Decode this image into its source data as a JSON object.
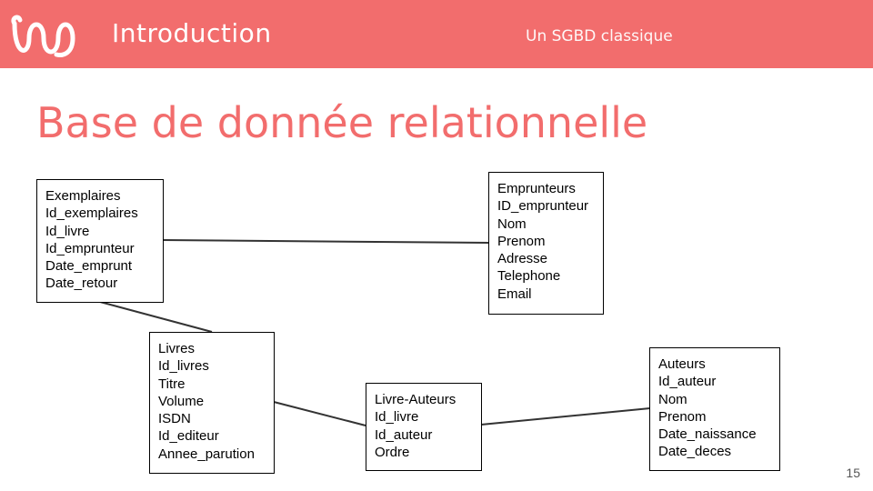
{
  "header": {
    "title": "Introduction",
    "subtitle": "Un SGBD classique",
    "logo_icon": "wave-loops-logo"
  },
  "slide": {
    "title": "Base de donnée relationnelle",
    "page_number": "15"
  },
  "colors": {
    "accent": "#f26d6d",
    "header_text": "#ffffff"
  },
  "entities": {
    "exemplaires": [
      "Exemplaires",
      "Id_exemplaires",
      "Id_livre",
      "Id_emprunteur",
      "Date_emprunt",
      "Date_retour"
    ],
    "emprunteurs": [
      "Emprunteurs",
      "ID_emprunteur",
      "Nom",
      "Prenom",
      "Adresse",
      "Telephone",
      "Email"
    ],
    "livres": [
      "Livres",
      "Id_livres",
      "Titre",
      "Volume",
      "ISDN",
      "Id_editeur",
      "Annee_parution"
    ],
    "livre_auteurs": [
      "Livre-Auteurs",
      "Id_livre",
      "Id_auteur",
      "Ordre"
    ],
    "auteurs": [
      "Auteurs",
      "Id_auteur",
      "Nom",
      "Prenom",
      "Date_naissance",
      "Date_deces"
    ]
  }
}
